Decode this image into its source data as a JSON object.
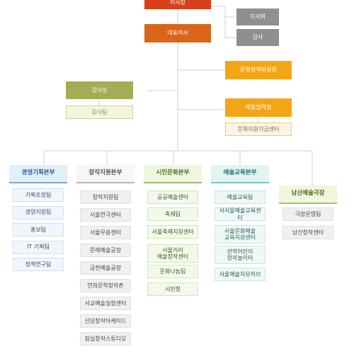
{
  "nodes": {
    "chairman": "이사장",
    "board": "이사회",
    "auditor": "감사",
    "ceo": "대표이사",
    "culture_policy_committee": "문화정책위원회",
    "audit_office": "감사실",
    "audit_team": "감사팀",
    "partnership_office": "제휴협력실",
    "culture_support_fund_center": "문화지원기금센터"
  },
  "divisions": [
    {
      "name": "경영기획본부",
      "teams": [
        "기획조정팀",
        "경영지원팀",
        "홍보팀",
        "IT 기획팀",
        "정책연구팀"
      ]
    },
    {
      "name": "창작지원본부",
      "teams": [
        "창작지원팀",
        "서울연극센터",
        "서울무용센터",
        "문래예술공장",
        "금천예술공장",
        "연희문학창작촌",
        "서교예술실험센터",
        "신당창작아케이드",
        "잠실창작스튜디오"
      ]
    },
    {
      "name": "시민문화본부",
      "teams": [
        "공공예술센터",
        "축제팀",
        "서울축제지원센터",
        "서울거리\n예술창작센터",
        "문화나눔팀",
        "시민청"
      ]
    },
    {
      "name": "예술교육본부",
      "teams": [
        "예술교육팀",
        "서서울예술교육센터",
        "서울문화예술\n교육지원센터",
        "관악어린이\n창작놀이터",
        "서울예술치유허브"
      ]
    },
    {
      "name": "남산예술극장",
      "teams": [
        "극장운영팀",
        "남산창작센터"
      ]
    }
  ]
}
